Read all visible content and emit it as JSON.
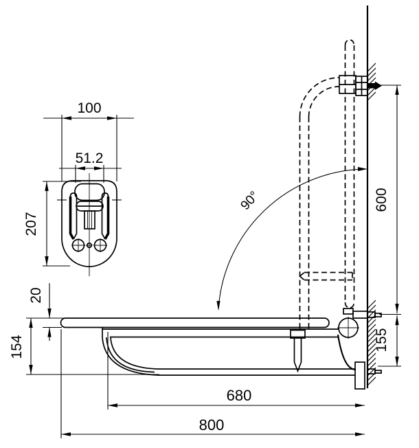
{
  "drawing": {
    "type": "technical-dimension-drawing",
    "subject": "wall-mounted fold-up support rail, side view and bracket front view",
    "background_color": "#ffffff",
    "line_color": "#000000",
    "labels": {
      "front_width": "100",
      "front_inner_width": "51.2",
      "front_height": "207",
      "seat_thickness": "20",
      "rail_assembly_height": "154",
      "lower_rail_depth": "680",
      "overall_depth": "800",
      "folded_height": "600",
      "pivot_to_lower_mount": "155",
      "swing_angle": "90°"
    }
  }
}
